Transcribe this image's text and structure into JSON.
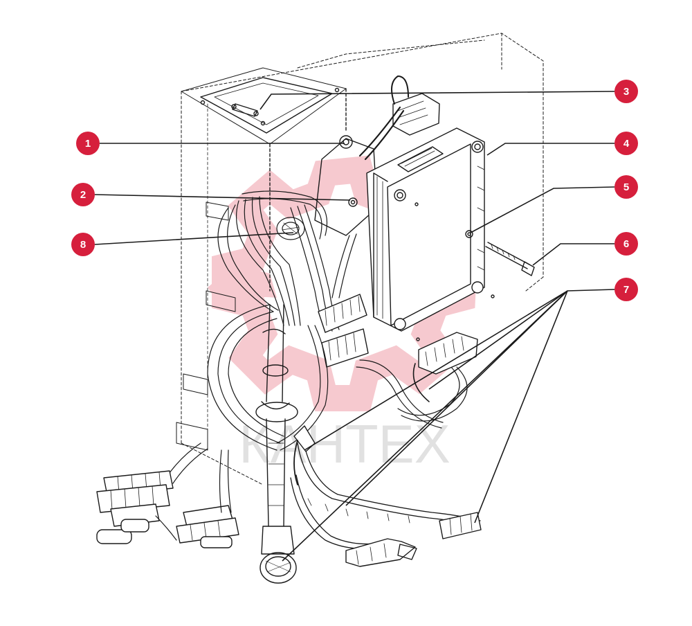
{
  "colors": {
    "callout_fill": "#d61f3c",
    "callout_text": "#ffffff",
    "line": "#1a1a1a",
    "watermark_red": "#f3b7bf",
    "watermark_gray": "#dcdcdc"
  },
  "callouts": [
    {
      "id": "1",
      "label": "1"
    },
    {
      "id": "2",
      "label": "2"
    },
    {
      "id": "3",
      "label": "3"
    },
    {
      "id": "4",
      "label": "4"
    },
    {
      "id": "5",
      "label": "5"
    },
    {
      "id": "6",
      "label": "6"
    },
    {
      "id": "7",
      "label": "7"
    },
    {
      "id": "8",
      "label": "8"
    }
  ],
  "watermark": {
    "text": "КАНТЕХ"
  }
}
